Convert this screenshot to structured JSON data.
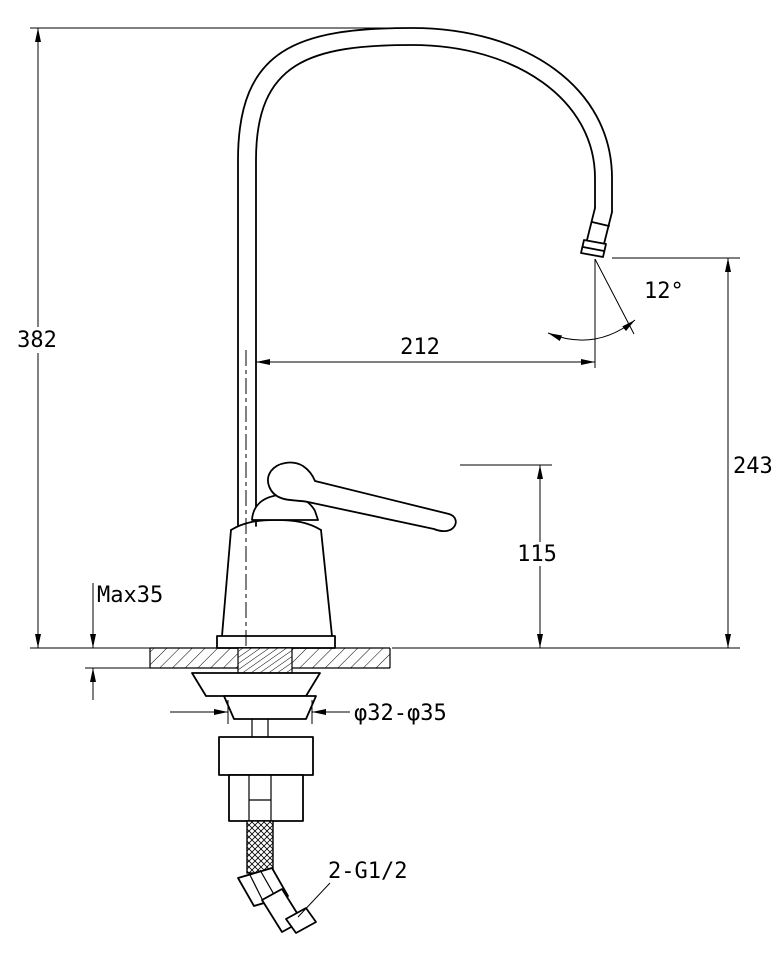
{
  "drawing": {
    "subject": "single-handle gooseneck kitchen faucet dimensional drawing",
    "colors": {
      "line": "#000000",
      "background": "#ffffff"
    },
    "labels": {
      "overall_height": "382",
      "spout_reach": "212",
      "spout_angle": "12°",
      "outlet_height": "243",
      "body_height": "115",
      "max_mounting_thickness": "Max35",
      "mounting_hole_diameter": "φ32-φ35",
      "inlet_connection": "2-G1/2"
    }
  }
}
